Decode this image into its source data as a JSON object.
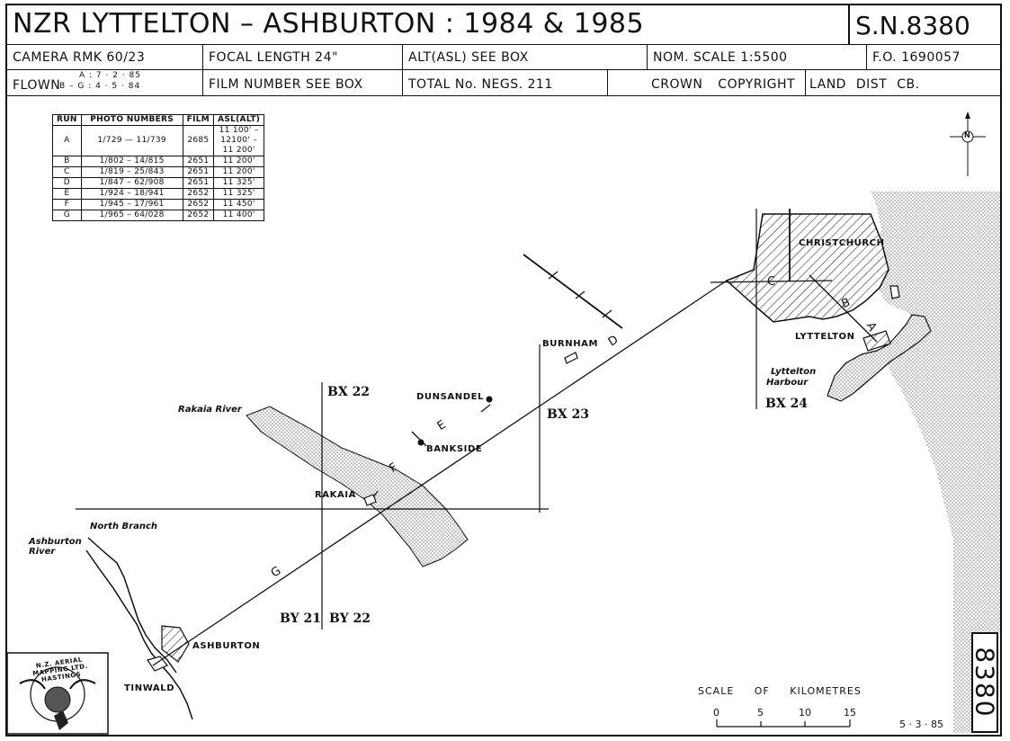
{
  "header": {
    "title": "NZR LYTTELTON – ASHBURTON : 1984 & 1985",
    "sheet_number": "S.N.8380",
    "camera": "CAMERA RMK 60/23",
    "focal_length": "FOCAL LENGTH 24\"",
    "altitude": "ALT(ASL) SEE BOX",
    "nominal_scale": "NOM. SCALE 1:5500",
    "fo_number": "F.O. 1690057",
    "flown_label": "FLOWN",
    "flown_a": "A : 7 · 2 · 85",
    "flown_bg": "B – G : 4 · 5 · 84",
    "film_number": "FILM NUMBER SEE BOX",
    "total_negs": "TOTAL No. NEGS. 211",
    "crown_copyright": "CROWN COPYRIGHT",
    "land_dist": "LAND DIST CB."
  },
  "run_table": {
    "headers": [
      "RUN",
      "PHOTO NUMBERS",
      "FILM",
      "ASL(ALT)"
    ],
    "rows": [
      {
        "run": "A",
        "photos": "1/729 — 11/739",
        "film": "2685",
        "alt1": "11 100' –",
        "alt2": "12100' –",
        "alt3": "11 200'"
      },
      {
        "run": "B",
        "photos": "1/802 – 14/815",
        "film": "2651",
        "alt": "11 200'"
      },
      {
        "run": "C",
        "photos": "1/819 – 25/843",
        "film": "2651",
        "alt": "11 200'"
      },
      {
        "run": "D",
        "photos": "1/847 – 62/908",
        "film": "2651",
        "alt": "11 325'"
      },
      {
        "run": "E",
        "photos": "1/924 – 18/941",
        "film": "2652",
        "alt": "11 325'"
      },
      {
        "run": "F",
        "photos": "1/945 – 17/961",
        "film": "2652",
        "alt": "11 450'"
      },
      {
        "run": "G",
        "photos": "1/965 – 64/028",
        "film": "2652",
        "alt": "11 400'"
      }
    ]
  },
  "places": {
    "christchurch": "CHRISTCHURCH",
    "lyttelton": "LYTTELTON",
    "lyttelton_harbour_1": "Lyttelton",
    "lyttelton_harbour_2": "Harbour",
    "burnham": "BURNHAM",
    "dunsandel": "DUNSANDEL",
    "bankside": "BANKSIDE",
    "rakaia": "RAKAIA",
    "rakaia_river": "Rakaia River",
    "north_branch": "North Branch",
    "ashburton_river_1": "Ashburton",
    "ashburton_river_2": "River",
    "ashburton": "ASHBURTON",
    "tinwald": "TINWALD"
  },
  "blocks": {
    "bx22_top": "BX 22",
    "bx23": "BX 23",
    "bx24": "BX 24",
    "by21": "BY 21",
    "by22": "BY 22"
  },
  "runs": {
    "a": "A",
    "b": "B",
    "c": "C",
    "d": "D",
    "e": "E",
    "f": "F",
    "g": "G"
  },
  "north_symbol": "N",
  "scale_bar": {
    "label": "SCALE OF KILOMETRES",
    "ticks": [
      "0",
      "5",
      "10",
      "15"
    ]
  },
  "date": "5 · 3 · 85",
  "sheet_vertical": "8380",
  "logo_text": "N.Z. AERIAL MAPPING LTD. HASTINGS",
  "colors": {
    "ink": "#111111",
    "stipple": "#9a9a9a"
  }
}
